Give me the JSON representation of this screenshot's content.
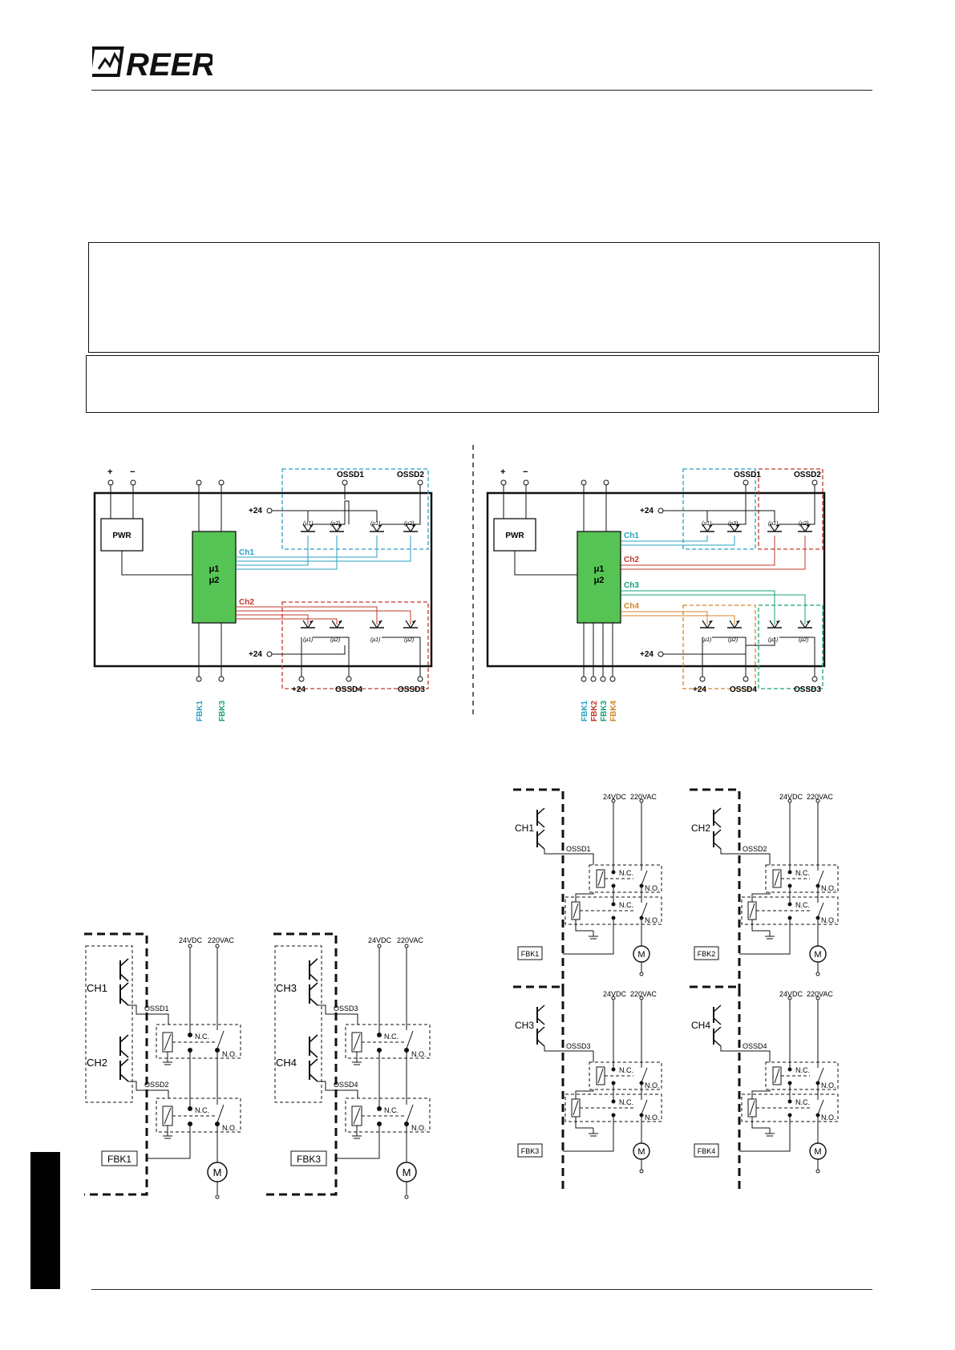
{
  "brand": {
    "logo_text": "REER"
  },
  "block_diagram_left": {
    "pwr": "PWR",
    "mcu1": "μ1",
    "mcu2": "μ2",
    "plus": "+",
    "minus": "−",
    "v24_top": "+24",
    "v24_bot": "+24",
    "ossd1": "OSSD1",
    "ossd2": "OSSD2",
    "ossd3": "OSSD3",
    "ossd4": "OSSD4",
    "terminal_24": "+24",
    "ch1": "Ch1",
    "ch2": "Ch2",
    "fbk1": "FBK1",
    "fbk3": "FBK3",
    "mu1": "(μ1)",
    "mu2": "(μ2)"
  },
  "block_diagram_right": {
    "pwr": "PWR",
    "mcu1": "μ1",
    "mcu2": "μ2",
    "plus": "+",
    "minus": "−",
    "v24_top": "+24",
    "v24_bot": "+24",
    "ossd1": "OSSD1",
    "ossd2": "OSSD2",
    "ossd3": "OSSD3",
    "ossd4": "OSSD4",
    "terminal_24": "+24",
    "ch1": "Ch1",
    "ch2": "Ch2",
    "ch3": "Ch3",
    "ch4": "Ch4",
    "fbk1": "FBK1",
    "fbk2": "FBK2",
    "fbk3": "FBK3",
    "fbk4": "FBK4",
    "mu1": "(μ1)",
    "mu2": "(μ2)"
  },
  "wiring_left_1": {
    "ch_a": "CH1",
    "ch_b": "CH2",
    "ossd_a": "OSSD1",
    "ossd_b": "OSSD2",
    "fbk": "FBK1",
    "vdc": "24VDC",
    "vac": "220VAC",
    "nc": "N.C.",
    "no": "N.O.",
    "motor": "M"
  },
  "wiring_left_2": {
    "ch_a": "CH3",
    "ch_b": "CH4",
    "ossd_a": "OSSD3",
    "ossd_b": "OSSD4",
    "fbk": "FBK3",
    "vdc": "24VDC",
    "vac": "220VAC",
    "nc": "N.C.",
    "no": "N.O.",
    "motor": "M"
  },
  "wiring_right": [
    {
      "ch": "CH1",
      "ossd": "OSSD1",
      "fbk": "FBK1"
    },
    {
      "ch": "CH2",
      "ossd": "OSSD2",
      "fbk": "FBK2"
    },
    {
      "ch": "CH3",
      "ossd": "OSSD3",
      "fbk": "FBK3"
    },
    {
      "ch": "CH4",
      "ossd": "OSSD4",
      "fbk": "FBK4"
    }
  ],
  "wiring_common": {
    "vdc": "24VDC",
    "vac": "220VAC",
    "nc": "N.C.",
    "no": "N.O.",
    "motor": "M"
  },
  "colors": {
    "ch1": "#2a9fc0",
    "ch2": "#c0392b",
    "ch3": "#16a07a",
    "ch4": "#d4852a",
    "mcu": "#56c454"
  }
}
